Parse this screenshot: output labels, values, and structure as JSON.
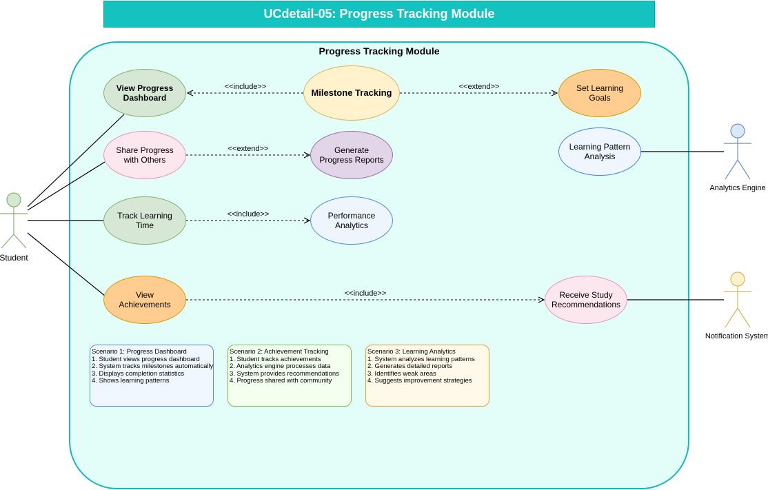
{
  "title": "UCdetail-05: Progress Tracking Module",
  "system_boundary": {
    "label": "Progress Tracking Module"
  },
  "actors": {
    "student": {
      "label": "Student",
      "color": "#d5e8d4"
    },
    "analytics_engine": {
      "label": "Analytics Engine",
      "color": "#dae8fc"
    },
    "notification_system": {
      "label": "Notification System",
      "color": "#fff2cc"
    }
  },
  "use_cases": {
    "view_progress_dashboard": "View Progress Dashboard",
    "milestone_tracking": "Milestone Tracking",
    "set_learning_goals": "Set Learning Goals",
    "share_progress": "Share Progress with Others",
    "generate_reports": "Generate Progress Reports",
    "learning_pattern_analysis": "Learning Pattern Analysis",
    "track_learning_time": "Track Learning Time",
    "performance_analytics": "Performance Analytics",
    "view_achievements": "View Achievements",
    "receive_recommendations": "Receive Study Recommendations"
  },
  "relationships": {
    "include_1": "<<include>>",
    "extend_1": "<<extend>>",
    "extend_2": "<<extend>>",
    "include_2": "<<include>>",
    "include_3": "<<include>>"
  },
  "scenarios": [
    {
      "title": "Scenario 1: Progress Dashboard",
      "steps": [
        "1. Student views progress dashboard",
        "2. System tracks milestones automatically",
        "3. Displays completion statistics",
        "4. Shows learning patterns"
      ]
    },
    {
      "title": "Scenario 2: Achievement Tracking",
      "steps": [
        "1. Student tracks achievements",
        "2. Analytics engine processes data",
        "3. System provides recommendations",
        "4. Progress shared with community"
      ]
    },
    {
      "title": "Scenario 3: Learning Analytics",
      "steps": [
        "1. System analyzes learning patterns",
        "2. Generates detailed reports",
        "3. Identifies weak areas",
        "4. Suggests improvement strategies"
      ]
    }
  ],
  "colors": {
    "title_bar": "#14c3c0",
    "boundary_fill": "#e3fdf9",
    "boundary_stroke": "#15b9b6"
  }
}
